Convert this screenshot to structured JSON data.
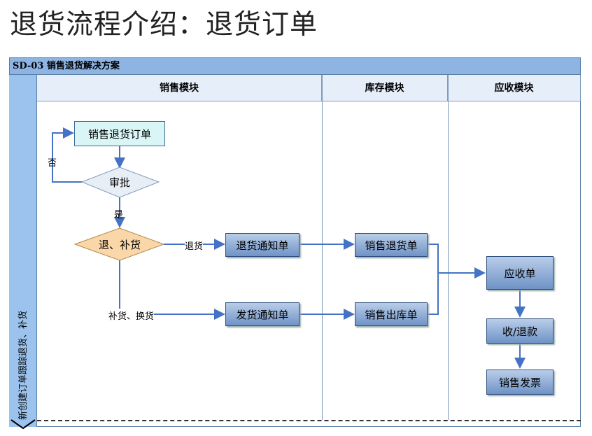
{
  "page": {
    "title": "退货流程介绍：退货订单"
  },
  "diagram": {
    "header": "SD-03 销售退货解决方案",
    "side_label": "新创建订单跟踪退货、补货",
    "lanes": [
      "销售模块",
      "库存模块",
      "应收模块"
    ],
    "nodes": {
      "order": "销售退货订单",
      "approve": "审批",
      "choice": "退、补货",
      "return_notice": "退货通知单",
      "ship_notice": "发货通知单",
      "sales_return": "销售退货单",
      "sales_out": "销售出库单",
      "receivable": "应收单",
      "collect": "收/退款",
      "invoice": "销售发票"
    },
    "edge_labels": {
      "no": "否",
      "yes": "是",
      "return": "退货",
      "replenish": "补货、换货"
    },
    "colors": {
      "header": "#8db4e3",
      "side": "#9cc3ee",
      "arrow": "#4472c4",
      "decision_fill": "#fad7a9",
      "approve_fill": "#e8eef6"
    }
  }
}
